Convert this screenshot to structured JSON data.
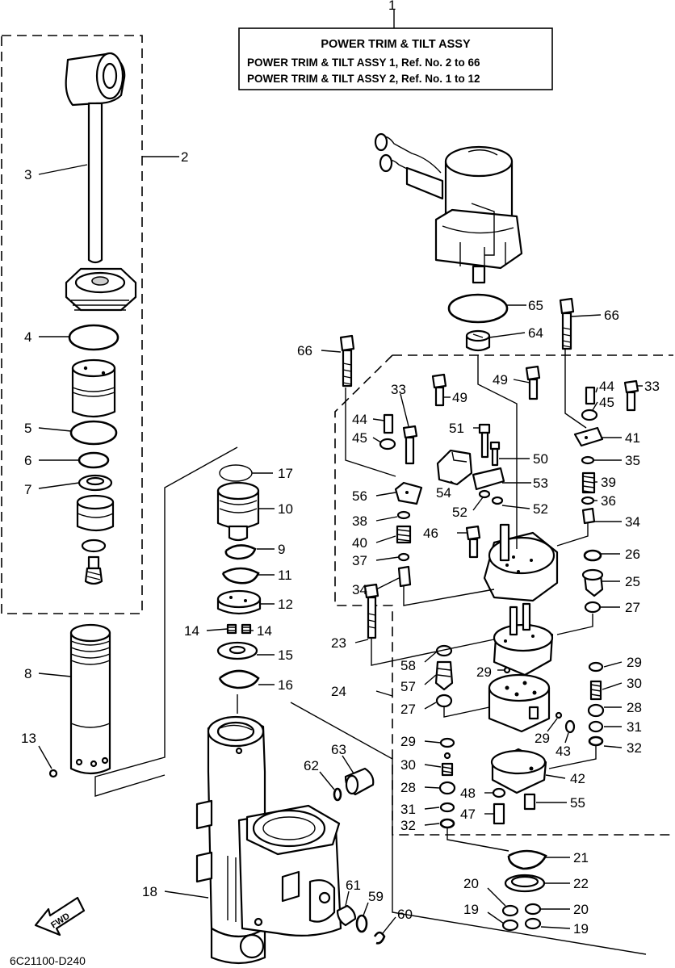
{
  "title_box": {
    "ref": "1",
    "title": "POWER TRIM & TILT ASSY",
    "line1": "POWER TRIM & TILT ASSY 1, Ref. No. 2 to 66",
    "line2": "POWER TRIM & TILT ASSY 2, Ref. No. 1 to 12"
  },
  "drawing_code": "6C21100-D240",
  "fwd_label": "FWD",
  "callouts": [
    {
      "id": "c2",
      "label": "2"
    },
    {
      "id": "c3",
      "label": "3"
    },
    {
      "id": "c4",
      "label": "4"
    },
    {
      "id": "c5",
      "label": "5"
    },
    {
      "id": "c6",
      "label": "6"
    },
    {
      "id": "c7",
      "label": "7"
    },
    {
      "id": "c8",
      "label": "8"
    },
    {
      "id": "c13",
      "label": "13"
    },
    {
      "id": "c17",
      "label": "17"
    },
    {
      "id": "c10",
      "label": "10"
    },
    {
      "id": "c9",
      "label": "9"
    },
    {
      "id": "c11",
      "label": "11"
    },
    {
      "id": "c12",
      "label": "12"
    },
    {
      "id": "c14a",
      "label": "14"
    },
    {
      "id": "c14b",
      "label": "14"
    },
    {
      "id": "c15",
      "label": "15"
    },
    {
      "id": "c16",
      "label": "16"
    },
    {
      "id": "c18",
      "label": "18"
    },
    {
      "id": "c62",
      "label": "62"
    },
    {
      "id": "c63",
      "label": "63"
    },
    {
      "id": "c61",
      "label": "61"
    },
    {
      "id": "c59",
      "label": "59"
    },
    {
      "id": "c60",
      "label": "60"
    },
    {
      "id": "c65",
      "label": "65"
    },
    {
      "id": "c66a",
      "label": "66"
    },
    {
      "id": "c66b",
      "label": "66"
    },
    {
      "id": "c64",
      "label": "64"
    },
    {
      "id": "c33a",
      "label": "33"
    },
    {
      "id": "c49a",
      "label": "49"
    },
    {
      "id": "c49b",
      "label": "49"
    },
    {
      "id": "c44a",
      "label": "44"
    },
    {
      "id": "c44b",
      "label": "44"
    },
    {
      "id": "c33b",
      "label": "33"
    },
    {
      "id": "c45a",
      "label": "45"
    },
    {
      "id": "c45b",
      "label": "45"
    },
    {
      "id": "c51",
      "label": "51"
    },
    {
      "id": "c41",
      "label": "41"
    },
    {
      "id": "c50",
      "label": "50"
    },
    {
      "id": "c35",
      "label": "35"
    },
    {
      "id": "c53",
      "label": "53"
    },
    {
      "id": "c54",
      "label": "54"
    },
    {
      "id": "c56",
      "label": "56"
    },
    {
      "id": "c39",
      "label": "39"
    },
    {
      "id": "c36",
      "label": "36"
    },
    {
      "id": "c52a",
      "label": "52"
    },
    {
      "id": "c52b",
      "label": "52"
    },
    {
      "id": "c38",
      "label": "38"
    },
    {
      "id": "c34a",
      "label": "34"
    },
    {
      "id": "c40",
      "label": "40"
    },
    {
      "id": "c46",
      "label": "46"
    },
    {
      "id": "c26",
      "label": "26"
    },
    {
      "id": "c37",
      "label": "37"
    },
    {
      "id": "c25",
      "label": "25"
    },
    {
      "id": "c34b",
      "label": "34"
    },
    {
      "id": "c27a",
      "label": "27"
    },
    {
      "id": "c23",
      "label": "23"
    },
    {
      "id": "c58",
      "label": "58"
    },
    {
      "id": "c29a",
      "label": "29"
    },
    {
      "id": "c29b",
      "label": "29"
    },
    {
      "id": "c57",
      "label": "57"
    },
    {
      "id": "c30a",
      "label": "30"
    },
    {
      "id": "c24",
      "label": "24"
    },
    {
      "id": "c27b",
      "label": "27"
    },
    {
      "id": "c28a",
      "label": "28"
    },
    {
      "id": "c31a",
      "label": "31"
    },
    {
      "id": "c29c",
      "label": "29"
    },
    {
      "id": "c43",
      "label": "43"
    },
    {
      "id": "c32a",
      "label": "32"
    },
    {
      "id": "c29d",
      "label": "29"
    },
    {
      "id": "c30b",
      "label": "30"
    },
    {
      "id": "c42",
      "label": "42"
    },
    {
      "id": "c28b",
      "label": "28"
    },
    {
      "id": "c48",
      "label": "48"
    },
    {
      "id": "c55",
      "label": "55"
    },
    {
      "id": "c31b",
      "label": "31"
    },
    {
      "id": "c47",
      "label": "47"
    },
    {
      "id": "c32b",
      "label": "32"
    },
    {
      "id": "c21",
      "label": "21"
    },
    {
      "id": "c22",
      "label": "22"
    },
    {
      "id": "c20a",
      "label": "20"
    },
    {
      "id": "c20b",
      "label": "20"
    },
    {
      "id": "c19a",
      "label": "19"
    },
    {
      "id": "c19b",
      "label": "19"
    }
  ]
}
